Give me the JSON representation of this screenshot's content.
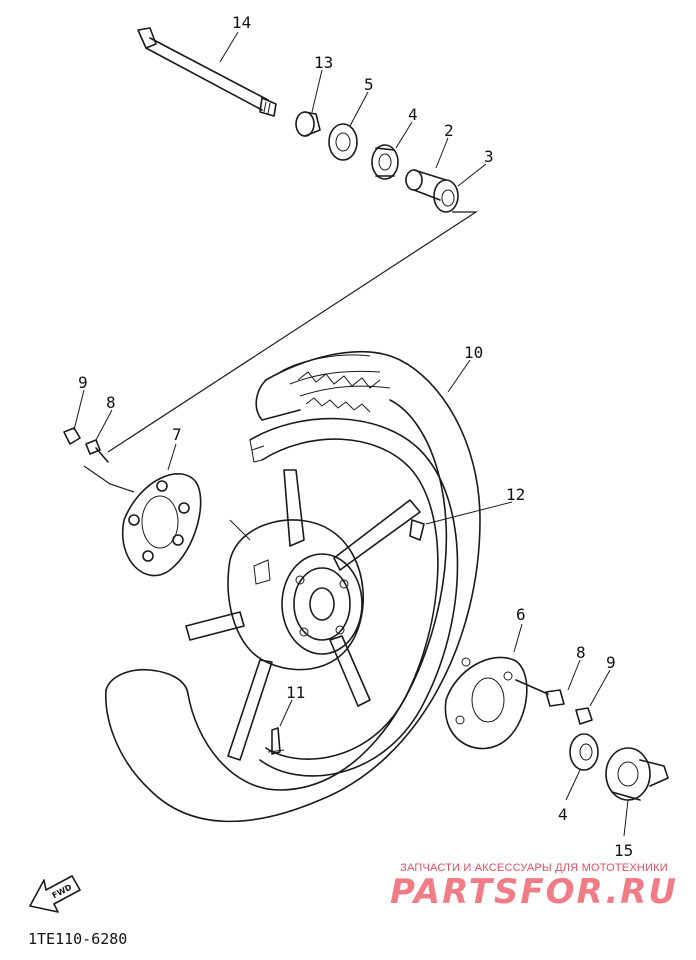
{
  "diagram": {
    "code": "1TE110-6280",
    "fwd_label": "FWD",
    "watermark_caption": "ЗАПЧАСТИ И АКСЕССУАРЫ ДЛЯ МОТОТЕХНИКИ",
    "watermark_logo": "PARTSFOR.RU",
    "callouts": [
      "14",
      "13",
      "5",
      "4",
      "2",
      "3",
      "10",
      "9",
      "8",
      "7",
      "12",
      "11",
      "6",
      "8",
      "9",
      "4",
      "15"
    ]
  }
}
